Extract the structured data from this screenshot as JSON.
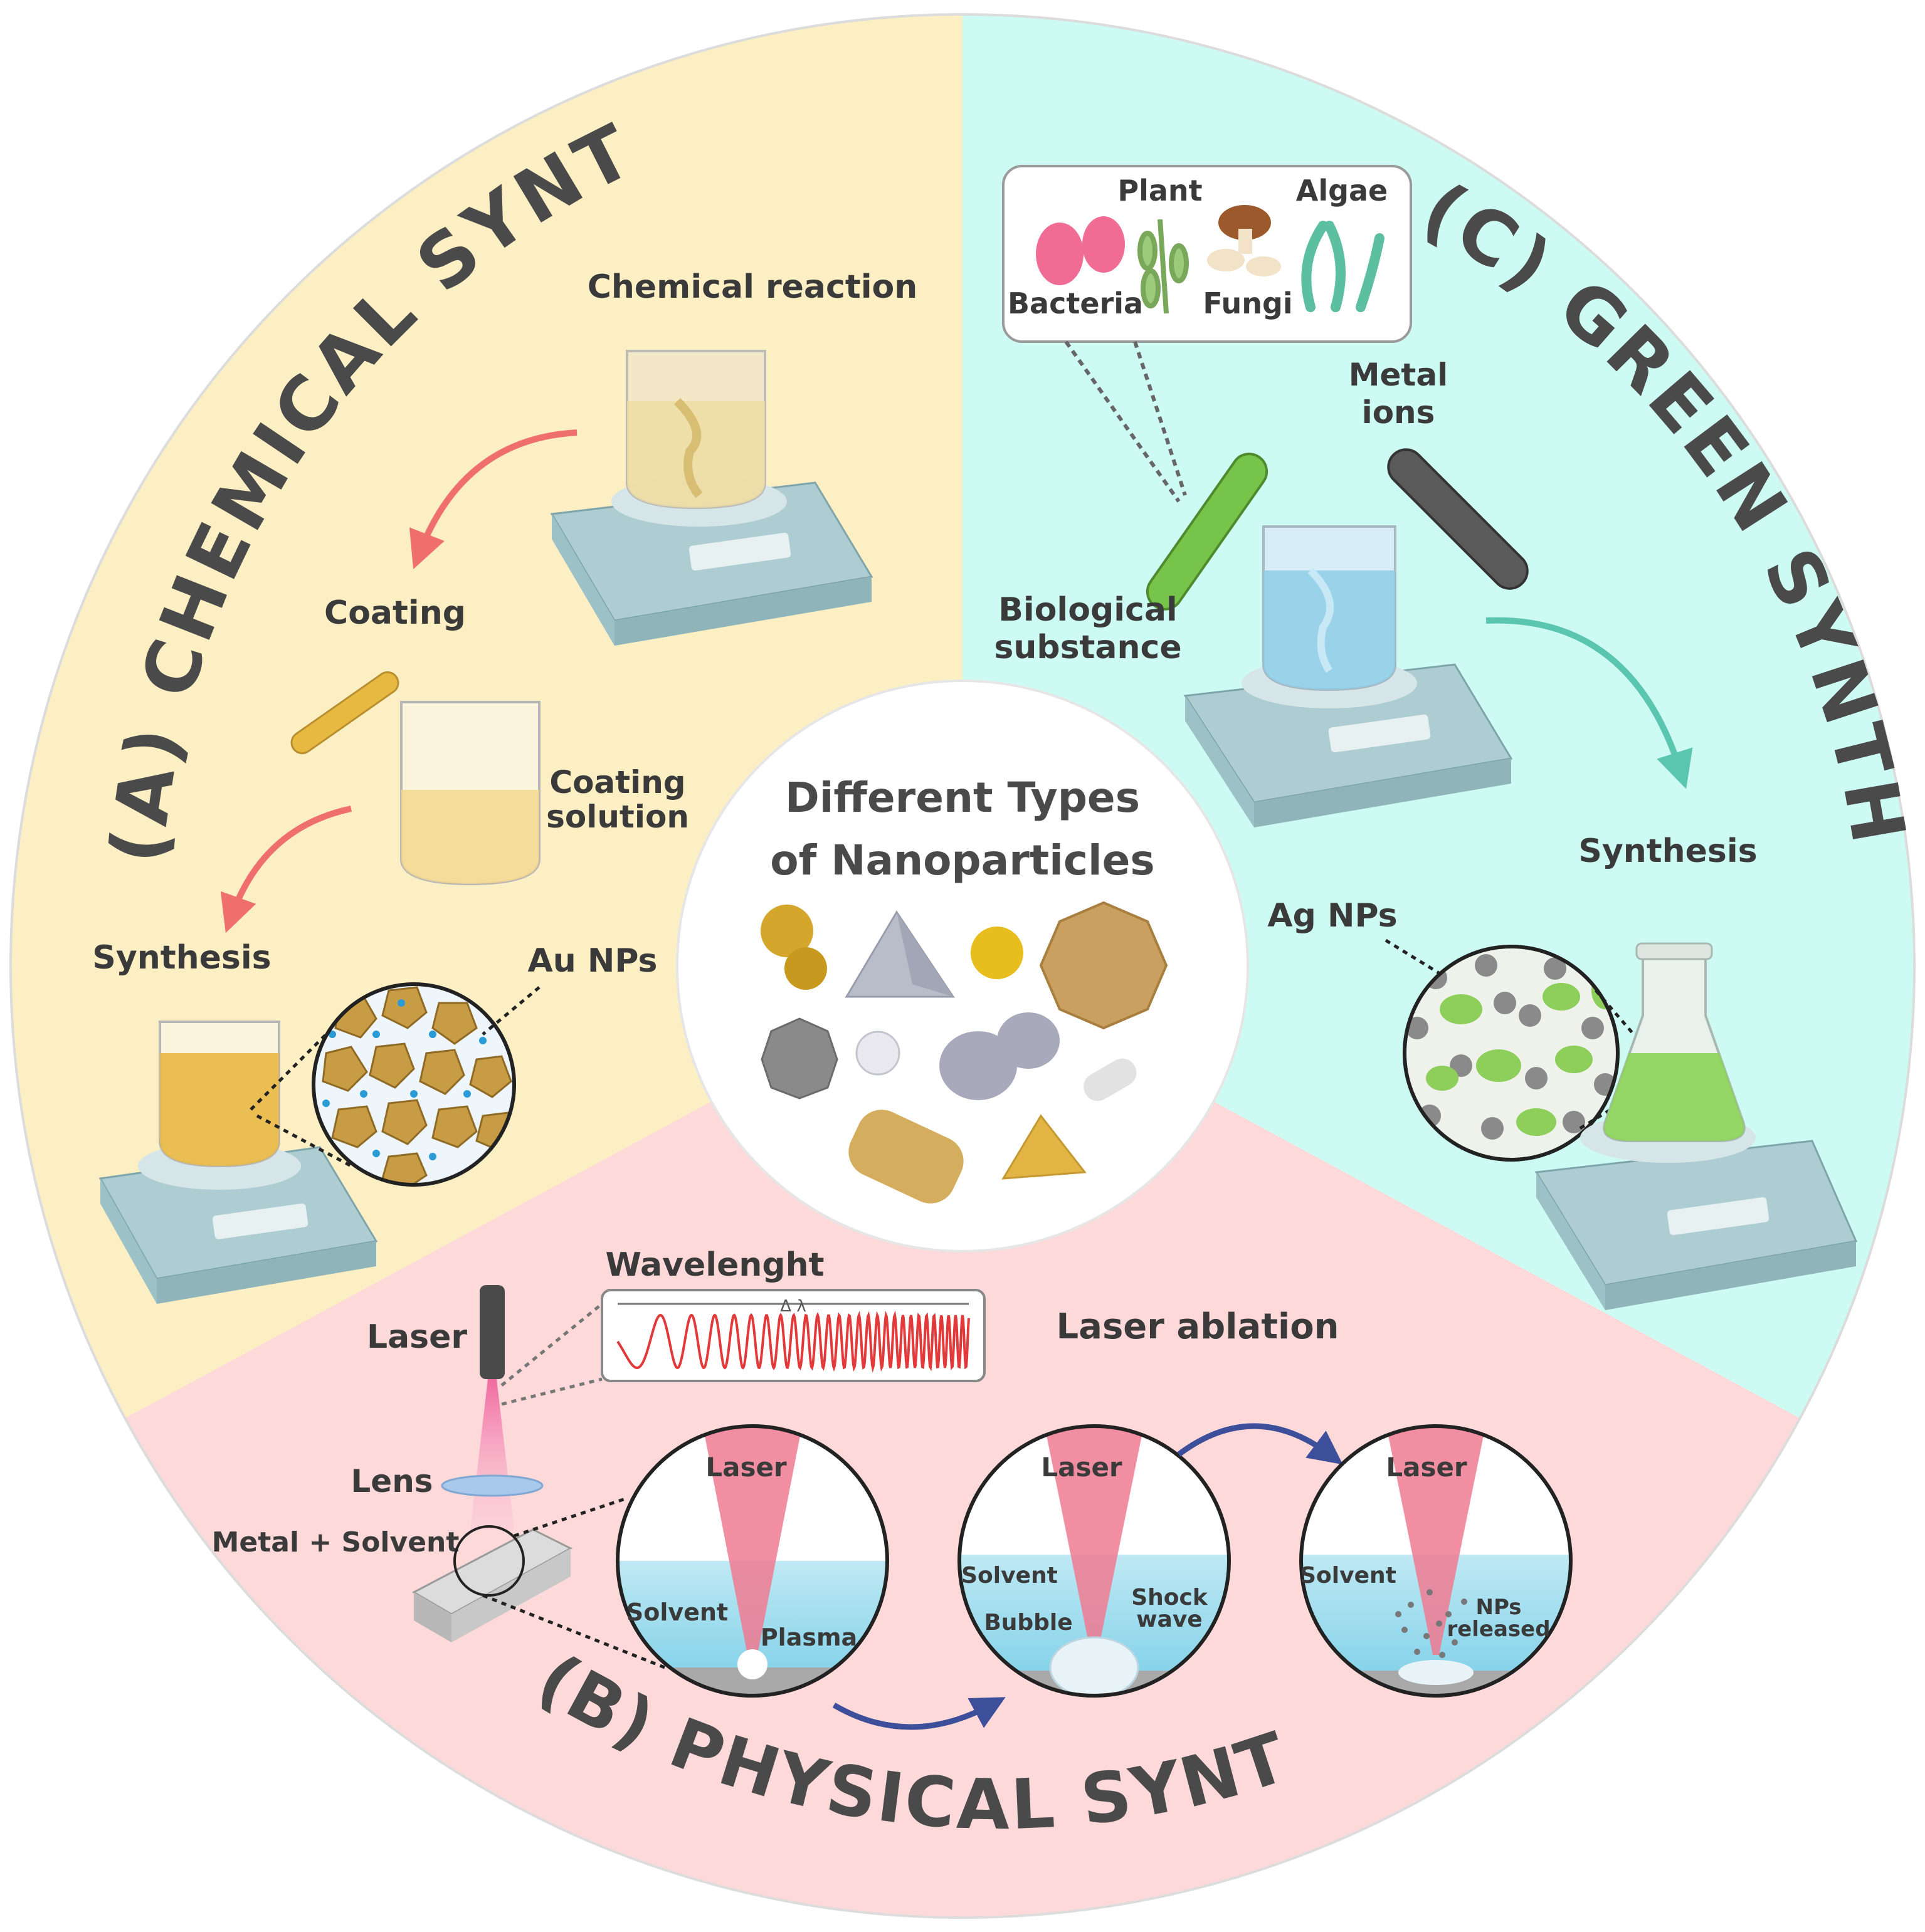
{
  "center": {
    "title_line1": "Different Types",
    "title_line2": "of Nanoparticles"
  },
  "chemical": {
    "section_title": "(A) CHEMICAL SYNTHESIS",
    "chemical_reaction": "Chemical reaction",
    "coating": "Coating",
    "coating_solution_line1": "Coating",
    "coating_solution_line2": "solution",
    "synthesis": "Synthesis",
    "au_nps": "Au NPs"
  },
  "green": {
    "section_title": "(C) GREEN SYNTHESIS",
    "plant": "Plant",
    "algae": "Algae",
    "bacteria": "Bacteria",
    "fungi": "Fungi",
    "metal_ions_line1": "Metal",
    "metal_ions_line2": "ions",
    "biological_line1": "Biological",
    "biological_line2": "substance",
    "synthesis": "Synthesis",
    "ag_nps": "Ag NPs"
  },
  "physical": {
    "section_title": "(B) PHYSICAL SYNTHESIS",
    "wavelength": "Wavelenght",
    "delta_lambda": "Δ λ",
    "laser_ablation": "Laser ablation",
    "laser": "Laser",
    "lens": "Lens",
    "metal_solvent": "Metal + Solvent",
    "panel1": {
      "laser": "Laser",
      "solvent": "Solvent",
      "plasma": "Plasma"
    },
    "panel2": {
      "laser": "Laser",
      "solvent": "Solvent",
      "bubble": "Bubble",
      "shock_line1": "Shock",
      "shock_line2": "wave"
    },
    "panel3": {
      "laser": "Laser",
      "solvent": "Solvent",
      "nps_line1": "NPs",
      "nps_line2": "released"
    }
  },
  "colors": {
    "chemical_bg": "#fcefc4",
    "green_bg": "#cdfbf3",
    "physical_bg": "#fdd9d9",
    "arrow_red": "#ef6f6f",
    "arrow_teal": "#5bc6b0",
    "arrow_blue": "#3d4f9a"
  }
}
